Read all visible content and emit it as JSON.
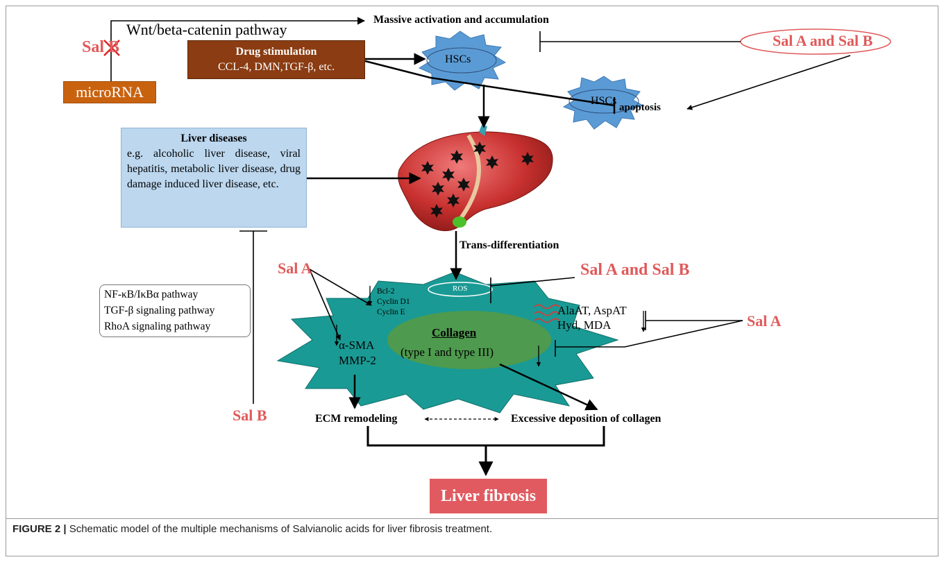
{
  "labels": {
    "sal_b_top": "Sal B",
    "wnt_pathway": "Wnt/beta-catenin pathway",
    "massive_activation": "Massive activation and accumulation",
    "drug_stimulation_title": "Drug stimulation",
    "drug_stimulation_examples": "CCL-4, DMN,TGF-β, etc.",
    "hscs_1": "HSCs",
    "hscs_2": "HSCs",
    "sal_a_and_b_top": "Sal A and Sal B",
    "apoptosis": "apoptosis",
    "microrna": "microRNA",
    "liver_diseases_title": "Liver diseases",
    "liver_diseases_body": "e.g. alcoholic liver disease, viral hepatitis, metabolic liver disease, drug damage induced liver disease, etc.",
    "trans_differentiation": "Trans-differentiation",
    "sal_a_left": "Sal A",
    "sal_a_and_b_mid": "Sal A and Sal B",
    "ros": "ROS",
    "bcl2": "Bcl-2",
    "cyclin_d1": "Cyclin D1",
    "cyclin_e": "Cyclin E",
    "alaat_aspat": "AlaAT, AspAT",
    "hyd_mda": "Hyd, MDA",
    "sal_a_right": "Sal A",
    "collagen": "Collagen",
    "collagen_types": "(type I and type III)",
    "alpha_sma": "α-SMA",
    "mmp2": "MMP-2",
    "pathway_1": "NF-κB/IκBα  pathway",
    "pathway_2": "TGF-β signaling pathway",
    "pathway_3": "RhoA signaling pathway",
    "sal_b_bottom": "Sal B",
    "ecm_remodeling": "ECM remodeling",
    "excessive_deposition": "Excessive deposition of collagen",
    "liver_fibrosis": "Liver fibrosis"
  },
  "caption": {
    "label": "FIGURE 2 |",
    "text": " Schematic model of the multiple mechanisms of Salvianolic acids for liver fibrosis treatment."
  },
  "colors": {
    "sal_text": "#e05a5a",
    "drug_box": "#8b3c12",
    "microrna_box": "#c9620f",
    "hsc_fill": "#5b9bd5",
    "liver_disease_box": "#bcd7ee",
    "star_fill": "#1a9a94",
    "collagen_ellipse": "#4e9a4e",
    "fibrosis_box": "#e05a60"
  }
}
